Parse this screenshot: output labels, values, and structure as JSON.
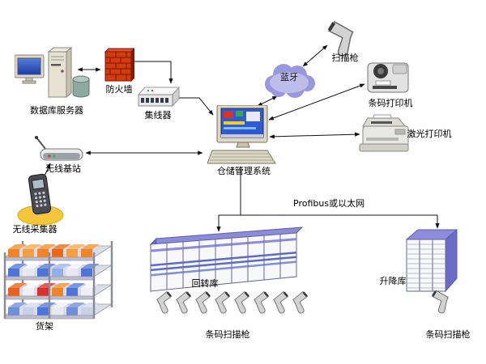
{
  "diagram": {
    "bus_label": "Profibus或以太网",
    "nodes": {
      "database_server": {
        "label": "数据库服务器"
      },
      "firewall": {
        "label": "防火墙"
      },
      "hub": {
        "label": "集线器"
      },
      "bluetooth_cloud": {
        "label": "蓝牙"
      },
      "handheld_scanner": {
        "label": "扫描枪"
      },
      "barcode_printer": {
        "label": "条码打印机"
      },
      "laser_printer": {
        "label": "激光打印机"
      },
      "wms_computer": {
        "label": "仓储管理系统"
      },
      "wireless_base_station": {
        "label": "无线基站"
      },
      "wireless_collector": {
        "label": "无线采集器"
      },
      "shelf_rack": {
        "label": "货架"
      },
      "carousel_warehouse": {
        "label": "回转库"
      },
      "scanner_row": {
        "label": "条码扫描枪",
        "count": 8
      },
      "lift_warehouse": {
        "label": "升降库"
      },
      "single_scanner": {
        "label": "条码扫描枪"
      }
    },
    "colors": {
      "firewall_red": "#d23c0e",
      "structure_blue_top": "#8c8cdb",
      "structure_blue_side": "#6b6bc8",
      "cloud_blue": "#9898dd",
      "screen_blue": "#2f5bd0",
      "shelf_orange": "#f08428",
      "connector_black": "#111111"
    }
  }
}
